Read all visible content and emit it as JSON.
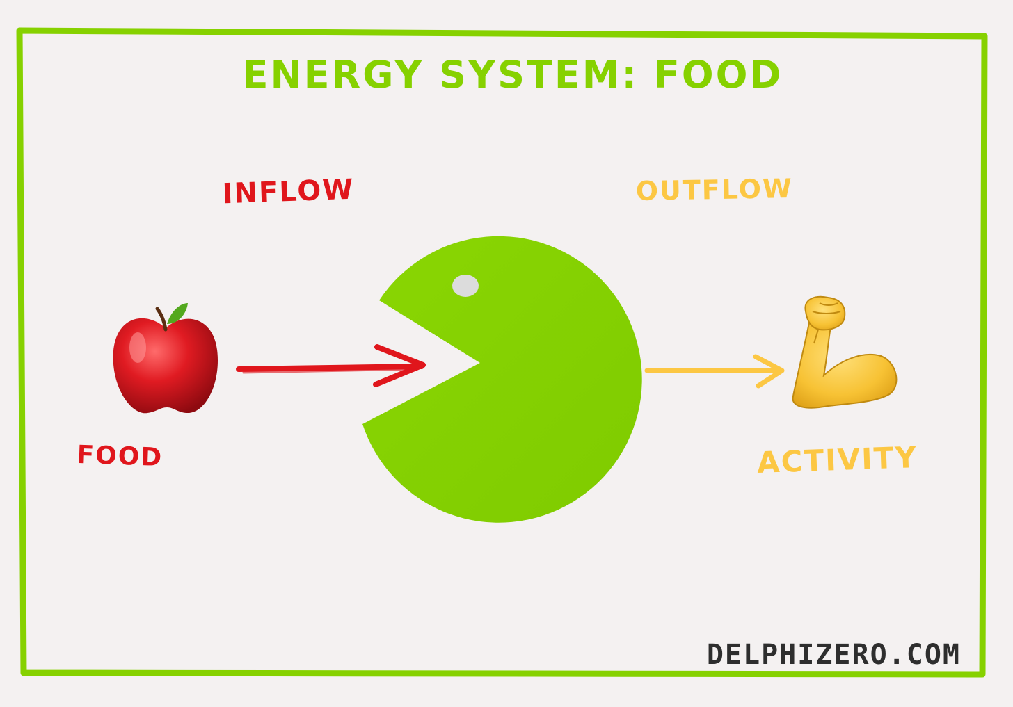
{
  "title": "ENERGY SYSTEM: FOOD",
  "labels": {
    "inflow": "INFLOW",
    "outflow": "OUTFLOW",
    "food": "FOOD",
    "activity": "ACTIVITY"
  },
  "website": "DELPHIZERO.COM",
  "icons": {
    "food": "apple-icon",
    "activity": "flexed-biceps-icon",
    "system": "pacman-icon"
  },
  "colors": {
    "background": "#f4f1f1",
    "frame": "#86d100",
    "title": "#86d100",
    "system": "#86d100",
    "inflow": "#e0161c",
    "outflow": "#fcc743",
    "website": "#2e2e2e"
  }
}
